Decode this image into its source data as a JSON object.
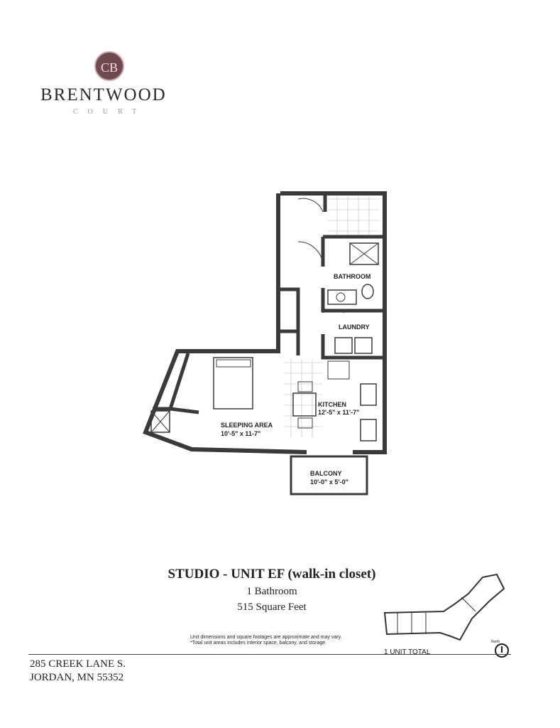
{
  "brand": {
    "logo_letters": "CB",
    "name": "BRENTWOOD",
    "subname": "COURT"
  },
  "floorplan": {
    "rooms": {
      "bathroom": "BATHROOM",
      "laundry": "LAUNDRY",
      "kitchen": "KITCHEN",
      "kitchen_dims": "12'-5\" x 11'-7\"",
      "sleeping": "SLEEPING AREA",
      "sleeping_dims": "10'-5\" x 11-7\"",
      "balcony": "BALCONY",
      "balcony_dims": "10'-0\" x 5'-0\""
    }
  },
  "unit": {
    "title": "STUDIO - UNIT EF (walk-in closet)",
    "bathrooms": "1 Bathroom",
    "area": "515 Square Feet"
  },
  "disclaimer": {
    "line1": "Unit dimensions and square footages are approximate and may vary.",
    "line2": "*Total unit areas includes interior space, balcony, and storage."
  },
  "keyplan": {
    "total": "1 UNIT TOTAL",
    "north": "North"
  },
  "address": {
    "line1": "285 CREEK LANE S.",
    "line2": "JORDAN, MN 55352"
  }
}
